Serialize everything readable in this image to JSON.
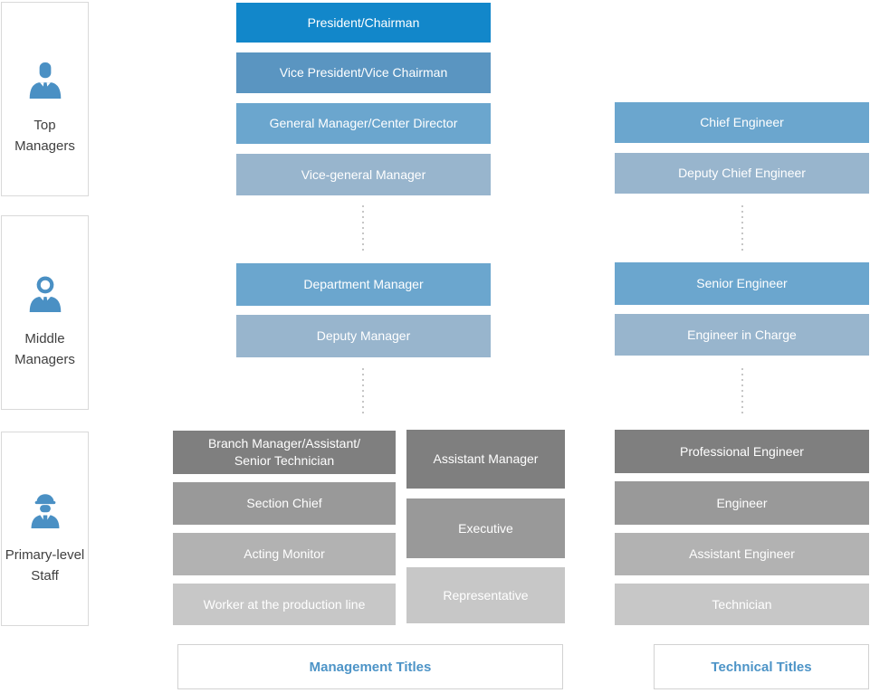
{
  "palette": {
    "primary_blue": "#1287ca",
    "secondary_blue": "#5a95c1",
    "medium_blue": "#6ba6ce",
    "light_blue": "#98b5cd",
    "dark_gray": "#7f7f7f",
    "medium_gray": "#999999",
    "light_gray": "#b2b2b2",
    "lighter_gray": "#c7c7c7",
    "icon_blue": "#4a90c4",
    "footer_text_blue": "#4d94c7",
    "sidebar_text": "#404040"
  },
  "sidebar": {
    "groups": [
      {
        "icon": "businessman-icon",
        "line1": "Top",
        "line2": "Managers"
      },
      {
        "icon": "manager-icon",
        "line1": "Middle",
        "line2": "Managers"
      },
      {
        "icon": "worker-icon",
        "line1": "Primary-level",
        "line2": "Staff"
      }
    ]
  },
  "management": {
    "top": [
      {
        "label": "President/Chairman"
      },
      {
        "label": "Vice President/Vice Chairman"
      },
      {
        "label": "General Manager/Center Director"
      },
      {
        "label": "Vice-general Manager"
      }
    ],
    "middle": [
      {
        "label": "Department Manager"
      },
      {
        "label": "Deputy Manager"
      }
    ],
    "primary_left": [
      {
        "line1": "Branch Manager/Assistant/",
        "line2": "Senior Technician"
      },
      {
        "label": "Section Chief"
      },
      {
        "label": "Acting Monitor"
      },
      {
        "label": "Worker at the production line"
      }
    ],
    "primary_right": [
      {
        "label": "Assistant Manager"
      },
      {
        "label": "Executive"
      },
      {
        "label": "Representative"
      }
    ],
    "footer": "Management Titles"
  },
  "technical": {
    "top": [
      {
        "label": "Chief Engineer"
      },
      {
        "label": "Deputy Chief Engineer"
      }
    ],
    "middle": [
      {
        "label": "Senior Engineer"
      },
      {
        "label": "Engineer in Charge"
      }
    ],
    "primary": [
      {
        "label": "Professional Engineer"
      },
      {
        "label": "Engineer"
      },
      {
        "label": "Assistant Engineer"
      },
      {
        "label": "Technician"
      }
    ],
    "footer": "Technical Titles"
  }
}
